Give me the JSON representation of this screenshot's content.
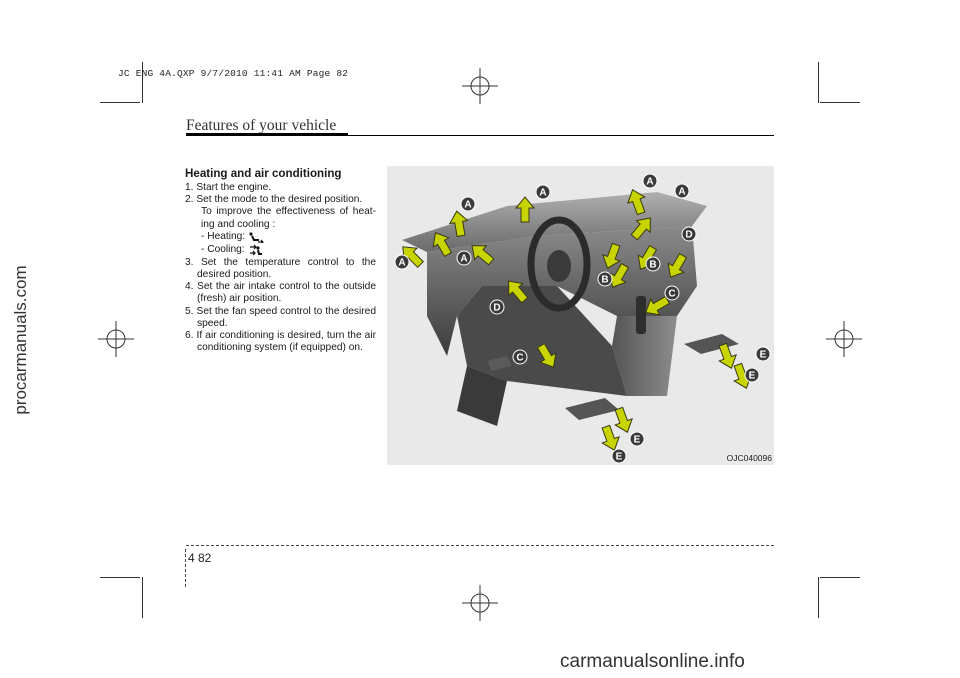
{
  "print_header": "JC ENG 4A.QXP  9/7/2010  11:41 AM  Page 82",
  "section_title": "Features of your vehicle",
  "heading": "Heating and air conditioning",
  "steps": {
    "s1": "1. Start the engine.",
    "s2": "2. Set the mode to the desired position.",
    "s2_note": "To improve the effectiveness of heat-ing and cooling :",
    "heating_label": "- Heating:",
    "cooling_label": "- Cooling:",
    "s3": "3. Set the temperature control to the desired position.",
    "s4": "4. Set the air intake control to the outside (fresh) air position.",
    "s5": "5. Set the fan speed control to the desired speed.",
    "s6": "6. If air conditioning is desired, turn the air conditioning system (if equipped) on."
  },
  "figure": {
    "code": "OJC040096",
    "vent_labels": {
      "a": "A",
      "b": "B",
      "c": "C",
      "d": "D",
      "e": "E"
    }
  },
  "footer": {
    "chapter": "4",
    "page": "82"
  },
  "watermarks": {
    "left": "procarmanuals.com",
    "bottom": "carmanualsonline.info"
  },
  "colors": {
    "arrow_fill": "#c8d400",
    "arrow_stroke": "#3a3a10",
    "badge": "#3a3a3a"
  }
}
